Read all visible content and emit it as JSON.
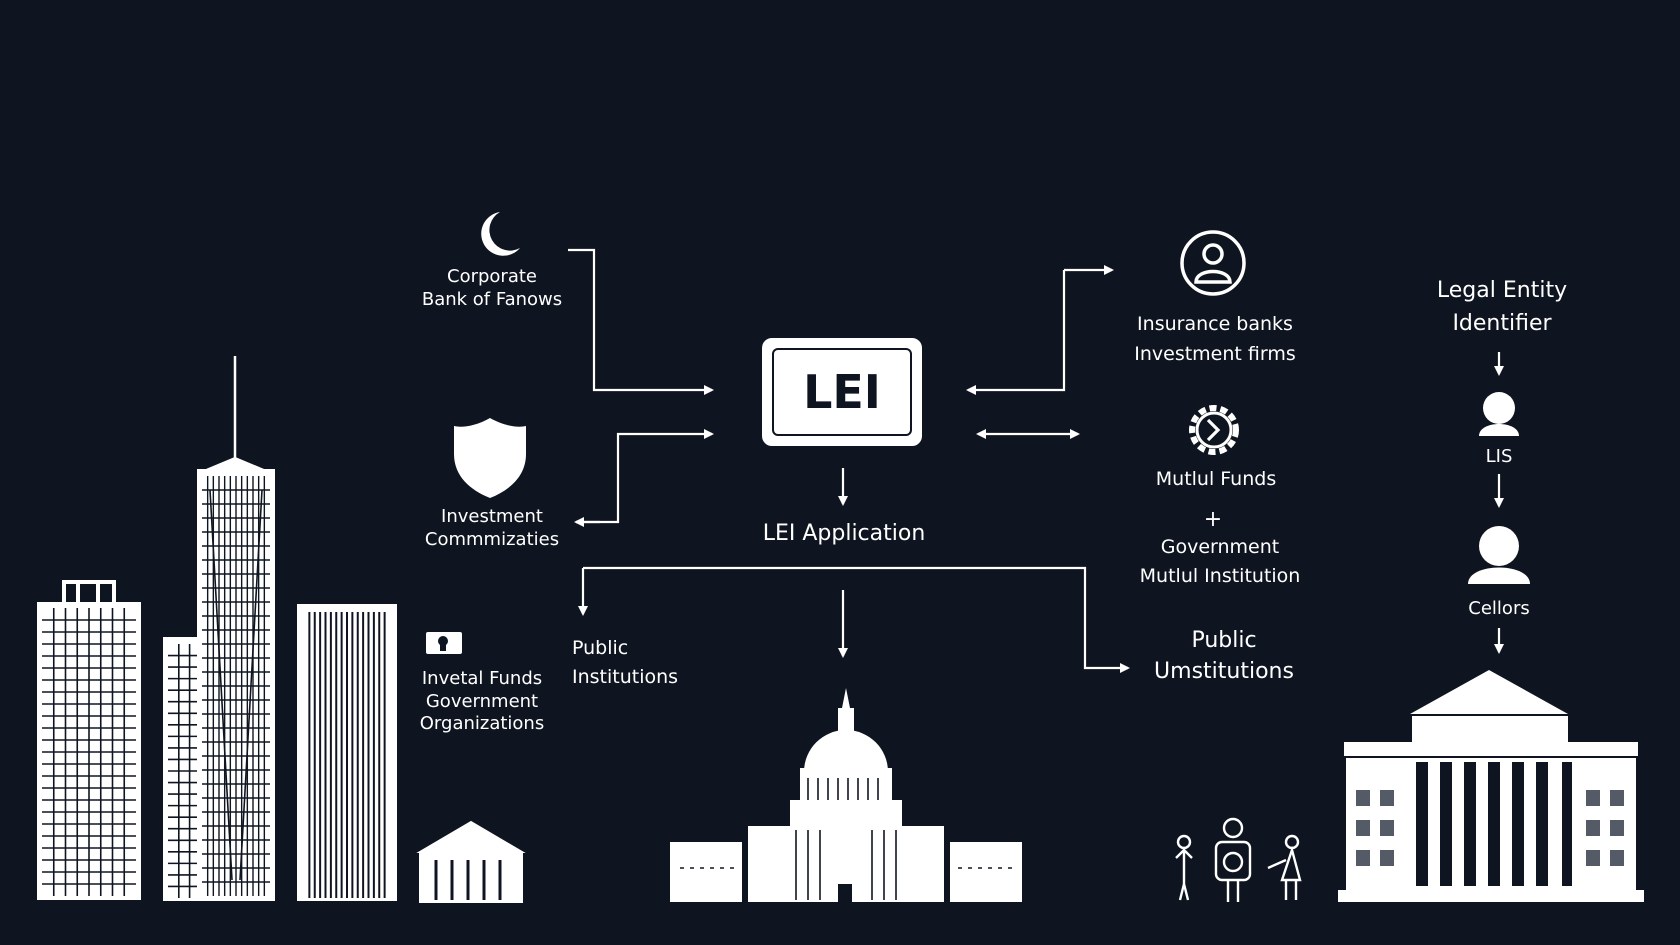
{
  "hub": {
    "label": "LEI",
    "application": "LEI Application"
  },
  "left": {
    "corporate": [
      "Corporate",
      "Bank of Fanows"
    ],
    "investment": [
      "Investment",
      "Commmizaties"
    ],
    "funds": [
      "Invetal Funds",
      "Government",
      "Organizations"
    ],
    "public": [
      "Public",
      "Institutions"
    ]
  },
  "right": {
    "insurance": [
      "Insurance banks",
      "Investment firms"
    ],
    "mutual": "Mutlul Funds",
    "plus": "+",
    "government": [
      "Government",
      "Mutlul Institution"
    ],
    "public": [
      "Public",
      "Umstitutions"
    ]
  },
  "far_right": {
    "title": [
      "Legal Entity",
      "Identifier"
    ],
    "step1": "LIS",
    "step2": "Cellors"
  },
  "colors": {
    "background": "#0f1520",
    "foreground": "#ffffff"
  }
}
